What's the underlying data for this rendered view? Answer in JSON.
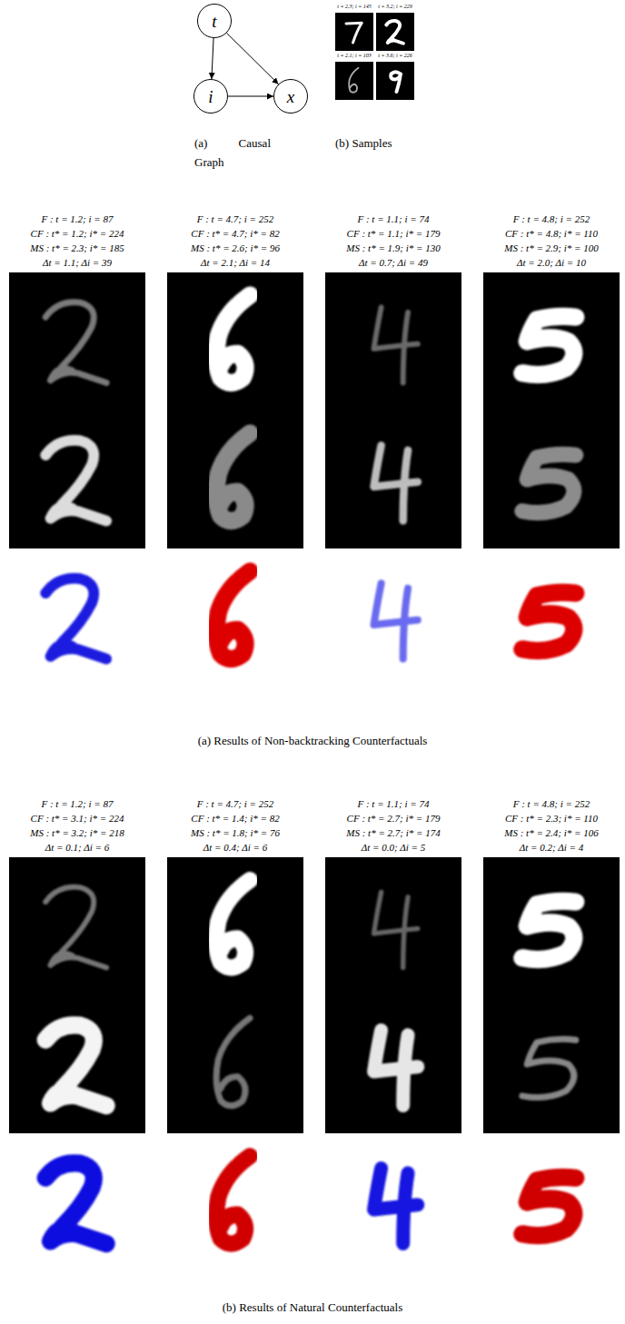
{
  "diagram": {
    "nodes": [
      {
        "text": [
          "t"
        ]
      },
      {
        "text": [
          "i"
        ]
      },
      {
        "text": [
          "x"
        ]
      }
    ],
    "edges": [
      {
        "from": 0,
        "to": 1,
        "arrow": "to"
      },
      {
        "from": 0,
        "to": 2,
        "arrow": "to"
      },
      {
        "from": 1,
        "to": 2,
        "arrow": "to"
      }
    ],
    "labels": [
      "(a) Causal Graph",
      "(b) Samples",
      "t = 2.3; i = 145",
      "t = 3.2; i = 229",
      "t = 2.1; i = 103",
      "t = 3.6; i = 226",
      "F : t = 1.2; i = 87",
      "CF : t* = 1.2; i* = 224",
      "MS : t* = 2.3; i* = 185",
      "Δt = 1.1; Δi = 39",
      "F : t = 4.7; i = 252",
      "CF : t* = 4.7; i* = 82",
      "MS : t* = 2.6; i* = 96",
      "Δt = 2.1; Δi = 14",
      "F : t = 1.1; i = 74",
      "CF : t* = 1.1; i* = 179",
      "MS : t* = 1.9; i* = 130",
      "Δt = 0.7; Δi = 49",
      "F : t = 4.8; i = 252",
      "CF : t* = 4.8; i* = 110",
      "MS : t* = 2.9; i* = 100",
      "Δt = 2.0; Δi = 10",
      "(a) Results of Non-backtracking Counterfactuals",
      "F : t = 1.2; i = 87",
      "CF : t* = 3.1; i* = 224",
      "MS : t* = 3.2; i* = 218",
      "Δt = 0.1; Δi = 6",
      "F : t = 4.7; i = 252",
      "CF : t* = 1.4; i* = 82",
      "MS : t* = 1.8; i* = 76",
      "Δt = 0.4; Δi = 6",
      "F : t = 1.1; i = 74",
      "CF : t* = 2.7; i* = 179",
      "MS : t* = 2.7; i* = 174",
      "Δt = 0.0; Δi = 5",
      "F : t = 4.8; i = 252",
      "CF : t* = 2.3; i* = 110",
      "MS : t* = 2.4; i* = 106",
      "Δt = 0.2; Δi = 4",
      "(b) Results of Natural Counterfactuals"
    ]
  }
}
